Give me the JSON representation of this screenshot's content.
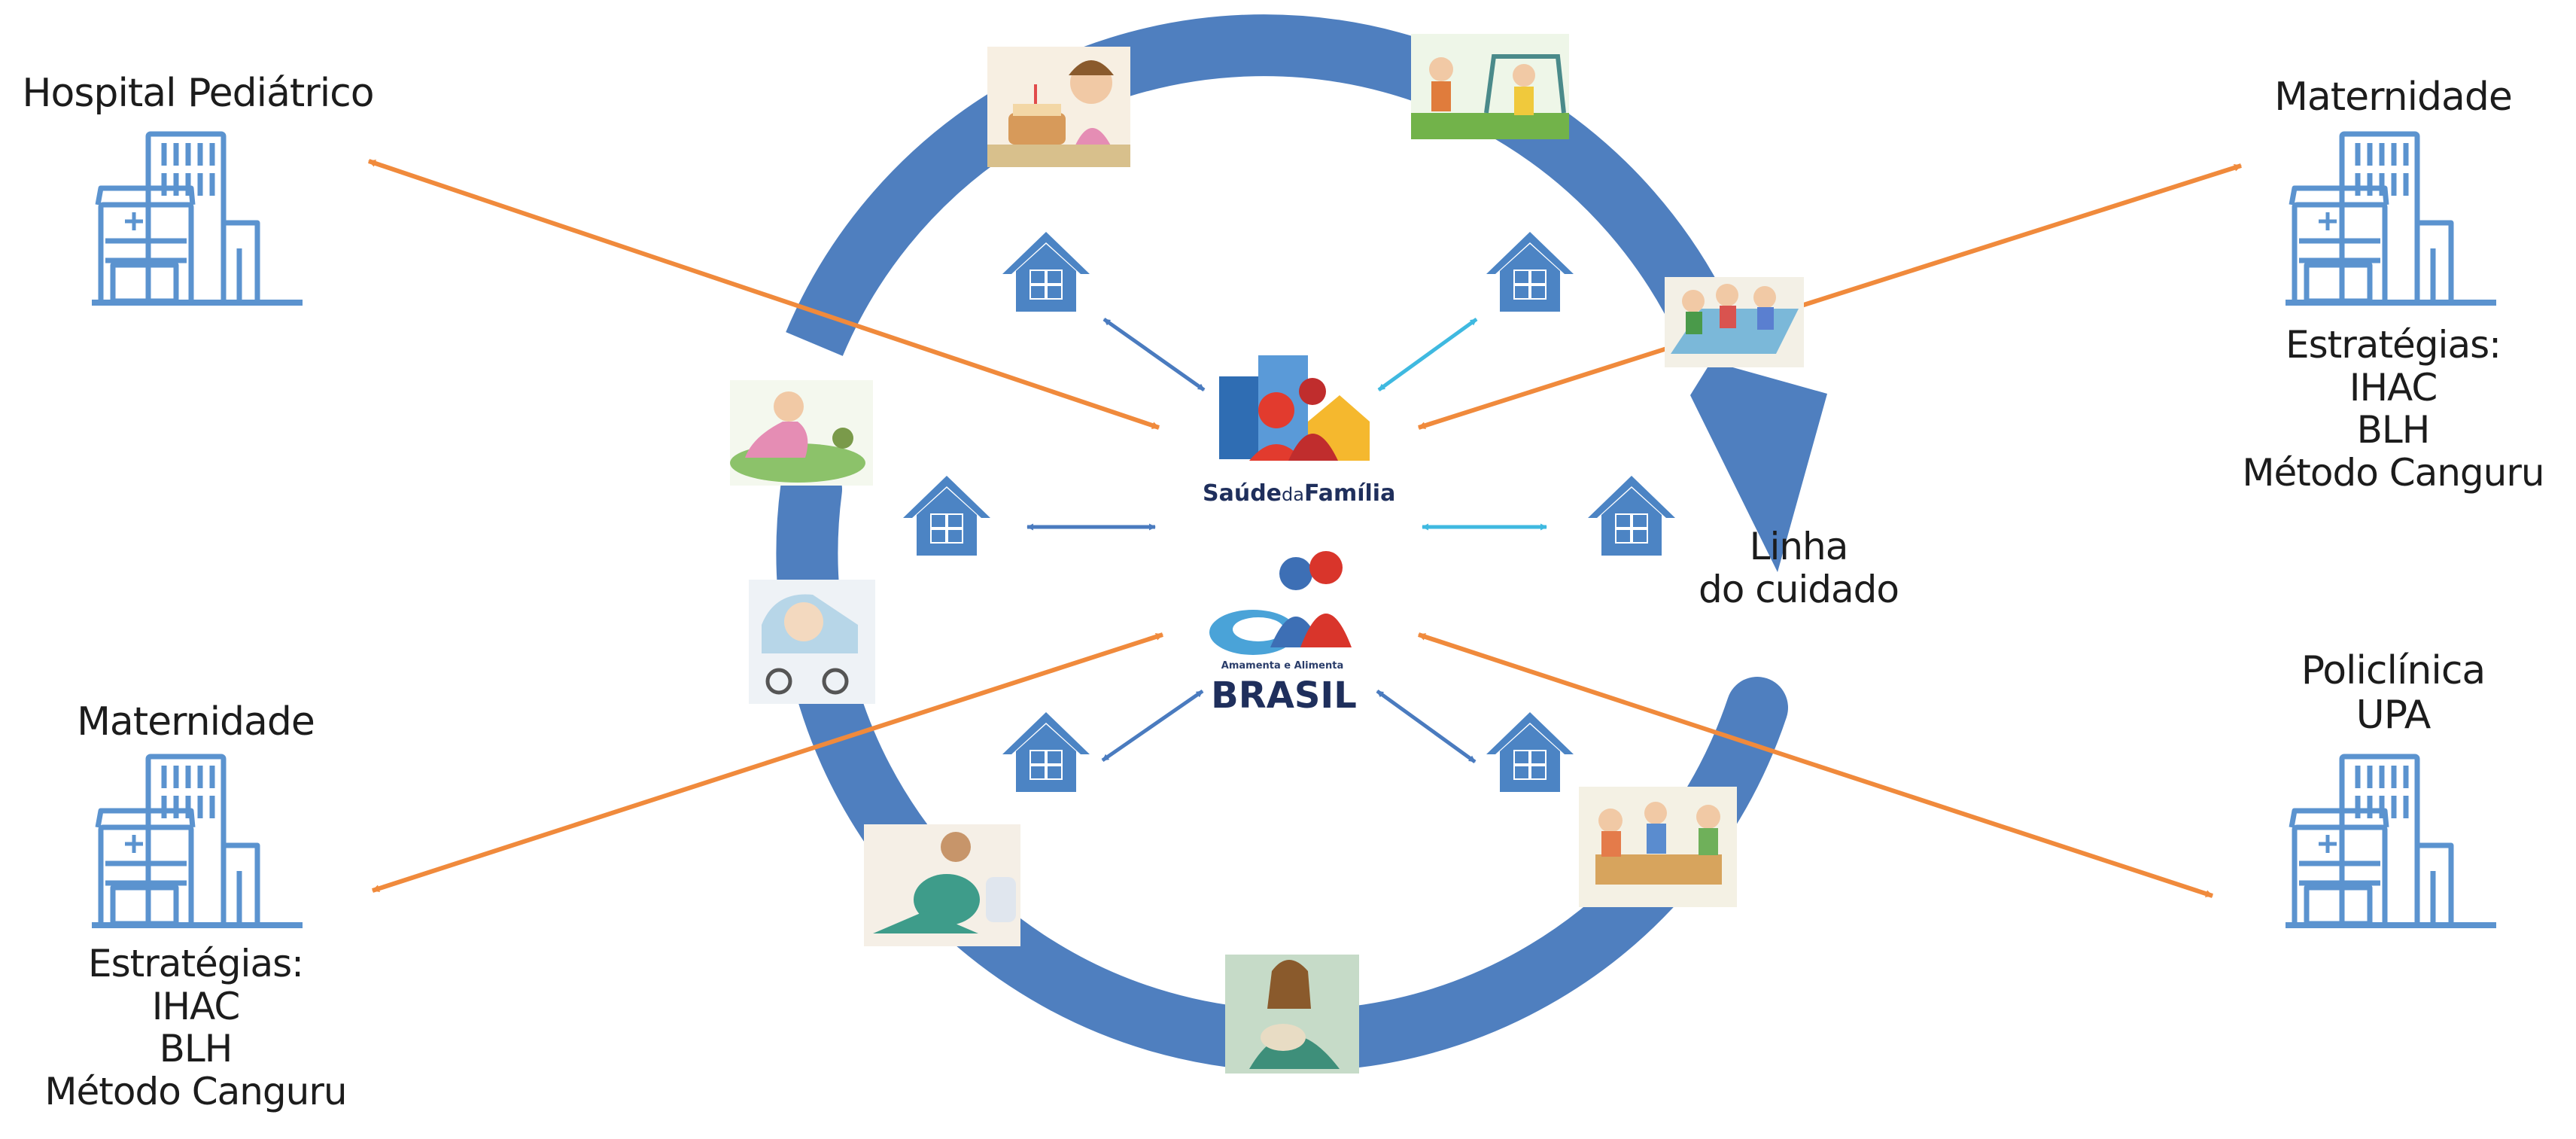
{
  "diagram": {
    "colors": {
      "cycle_blue": "#4f7fbf",
      "facility_blue": "#5b93cf",
      "house_blue": "#4c84c4",
      "arrow_orange": "#f08a3c",
      "arrow_dark_blue": "#4a7bbf",
      "arrow_light_blue": "#3fb9e0",
      "text": "#1c1c1c"
    },
    "cycle_label": [
      "Linha",
      "do cuidado"
    ],
    "facilities": {
      "hospital_pediatrico": {
        "title": [
          "Hospital Pediátrico"
        ]
      },
      "maternidade_right": {
        "title": [
          "Maternidade"
        ],
        "strategies": [
          "Estratégias:",
          "IHAC",
          "BLH",
          "Método Canguru"
        ]
      },
      "maternidade_left": {
        "title": [
          "Maternidade"
        ],
        "strategies": [
          "Estratégias:",
          "IHAC",
          "BLH",
          "Método Canguru"
        ]
      },
      "policlinica": {
        "title": [
          "Policlínica",
          "UPA"
        ]
      }
    },
    "logos": {
      "saude_familia": {
        "text_a": "Saúde",
        "text_b": "da",
        "text_c": "Família"
      },
      "brasil": {
        "small": "Amamenta e Alimenta",
        "big": "BRASIL"
      }
    },
    "stage_images": [
      {
        "name": "birthday-cake-child-image"
      },
      {
        "name": "children-playground-image"
      },
      {
        "name": "children-at-school-image"
      },
      {
        "name": "crawling-baby-image"
      },
      {
        "name": "baby-stroller-image"
      },
      {
        "name": "pregnant-woman-image"
      },
      {
        "name": "breastfeeding-mother-image"
      },
      {
        "name": "family-meal-image"
      }
    ],
    "icons": [
      "hospital-building-icon",
      "house-icon"
    ]
  }
}
